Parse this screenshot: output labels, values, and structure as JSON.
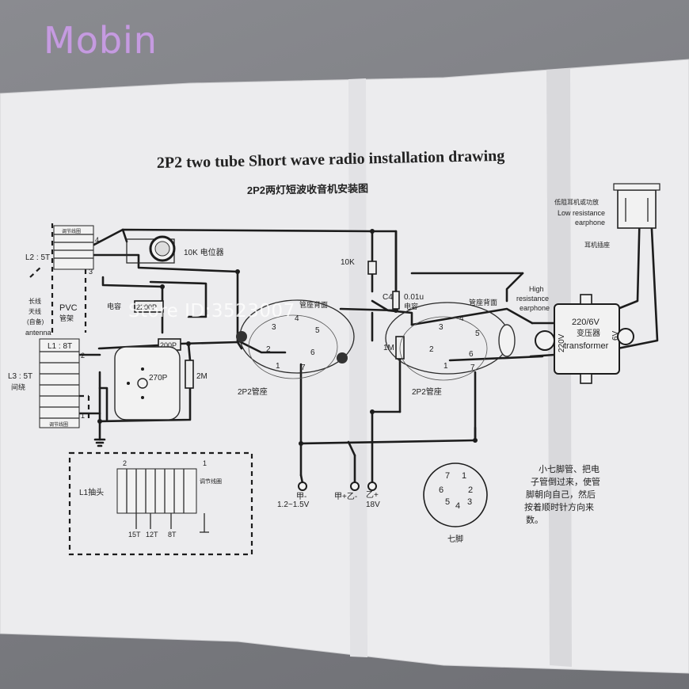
{
  "brand": "Mobin",
  "watermark": "Store ID:3523007",
  "title_en": "2P2 two tube Short wave radio installation drawing",
  "title_cn": "2P2两灯短波收音机安装图",
  "labels": {
    "pot_10k": "10K  电位器",
    "res_10k": "10K",
    "cap_c4": "C4",
    "cap_001u": "0.01u",
    "cap_cn": "电容",
    "cap_2200p": "2200P",
    "cap_cn_left": "电容",
    "cap_200p": "200P",
    "cap_270p": "270P",
    "res_2m": "2M",
    "res_1m": "1M",
    "socket_left": "2P2管座",
    "socket_right": "2P2管座",
    "socket_back_left": "管座背面",
    "socket_back_right": "管座背面",
    "l2": "L2 : 5T",
    "pvc": "PVC",
    "pvc_cn": "管架",
    "antenna_cn1": "长线",
    "antenna_cn2": "天线",
    "antenna_cn3": "(自备)",
    "antenna": "antenna",
    "l1": "L1 : 8T",
    "l3": "L3 : 5T",
    "l3_cn": "间绕",
    "adj_top": "调节线圈",
    "adj_bottom": "调节线圈",
    "node4": "4",
    "node3": "3",
    "node2": "2",
    "node1": "1",
    "l1_tap": "L1抽头",
    "l1_tap_cn": "调节线圈",
    "tap_2": "2",
    "tap_1": "1",
    "tap_15t": "15T",
    "tap_12t": "12T",
    "tap_8t": "8T",
    "bat_a": "甲-",
    "bat_a_v": "1.2~1.5V",
    "bat_ab": "甲+乙-",
    "bat_b": "乙+",
    "bat_b_v": "18V",
    "earphone_cn": "低阻耳机或功放",
    "earphone_low1": "Low resistance",
    "earphone_low2": "earphone",
    "earphone_jack_cn": "耳机插座",
    "hi_res1": "High",
    "hi_res2": "resistance",
    "hi_res3": "earphone",
    "xf_top": "220/6V",
    "xf_cn": "变压器",
    "xf_en": "transformer",
    "xf_220v": "220V",
    "xf_6v": "6V",
    "pin_diagram_cn": "七脚",
    "note_lines": [
      "小七脚管、把电",
      "子管倒过来，使管",
      "脚朝向自己，然后",
      "按着顺时针方向来",
      "数。"
    ]
  },
  "pins_left": [
    "4",
    "3",
    "5",
    "2",
    "6",
    "1",
    "7"
  ],
  "pins_right": [
    "3",
    "4",
    "5",
    "2",
    "6",
    "1",
    "7"
  ],
  "pins_bottom": [
    "7",
    "1",
    "6",
    "2",
    "5",
    "3",
    "4"
  ]
}
